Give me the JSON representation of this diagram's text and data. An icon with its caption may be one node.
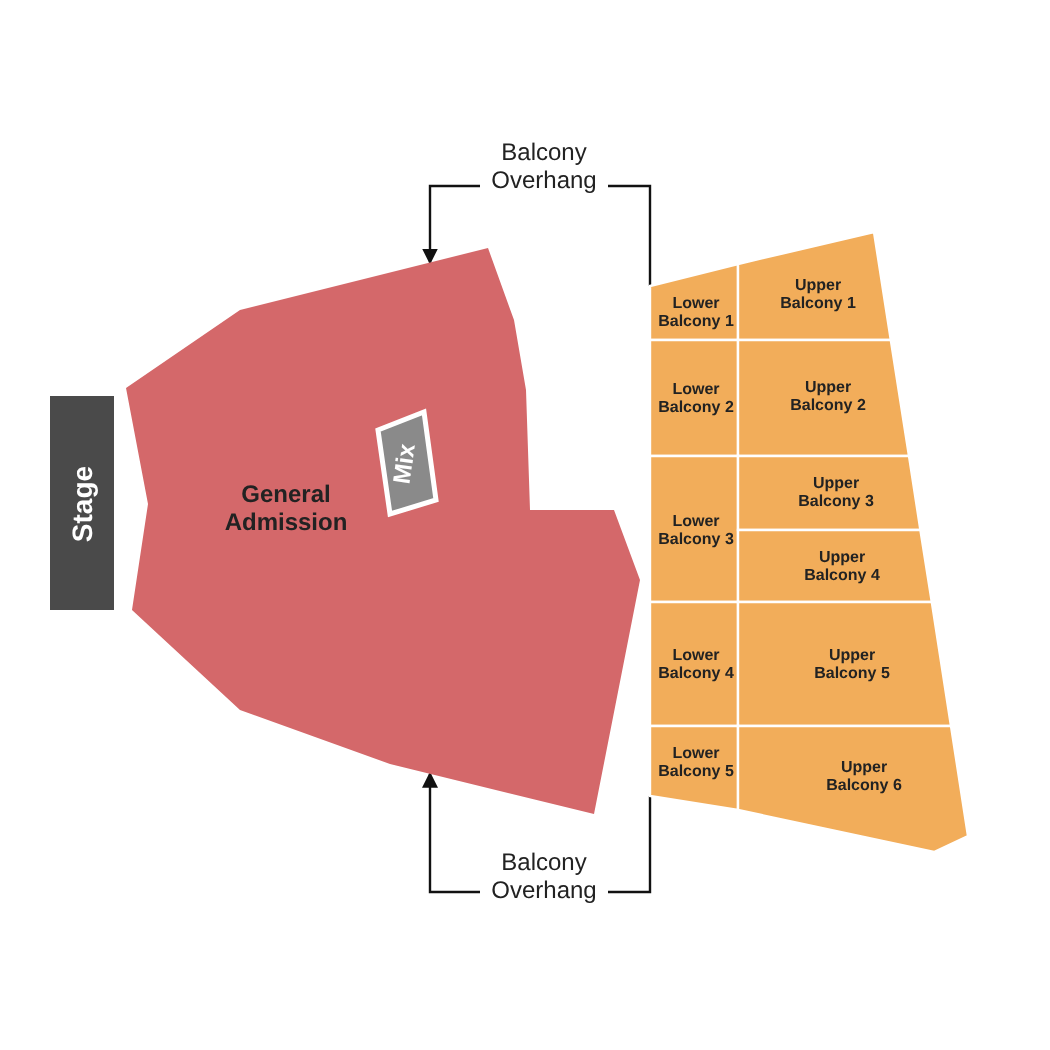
{
  "diagram": {
    "nodes": [
      {
        "text": [
          "Balcony Overhang"
        ]
      },
      {
        "text": [
          "Stage"
        ]
      },
      {
        "text": [
          "General Admission"
        ]
      },
      {
        "text": [
          "Mix"
        ],
        "in": 2
      },
      {
        "text": [
          "Lower Balcony 1"
        ]
      },
      {
        "text": [
          "Upper Balcony 1"
        ]
      },
      {
        "text": [
          "Lower Balcony 2"
        ]
      },
      {
        "text": [
          "Upper Balcony 2"
        ]
      },
      {
        "text": [
          "Lower Balcony 3"
        ]
      },
      {
        "text": [
          "Upper Balcony 3"
        ]
      },
      {
        "text": [
          "Upper Balcony 4"
        ]
      },
      {
        "text": [
          "Lower Balcony 4"
        ]
      },
      {
        "text": [
          "Upper Balcony 5"
        ]
      },
      {
        "text": [
          "Lower Balcony 5"
        ]
      },
      {
        "text": [
          "Upper Balcony 6"
        ]
      },
      {
        "text": [
          "Balcony Overhang"
        ]
      }
    ],
    "edges": [
      {
        "from": 0,
        "to": 2,
        "arrow": "to"
      },
      {
        "from": 0,
        "to": 4,
        "arrow": "none"
      },
      {
        "from": 15,
        "to": 2,
        "arrow": "to"
      },
      {
        "from": 15,
        "to": 13,
        "arrow": "none"
      }
    ]
  }
}
